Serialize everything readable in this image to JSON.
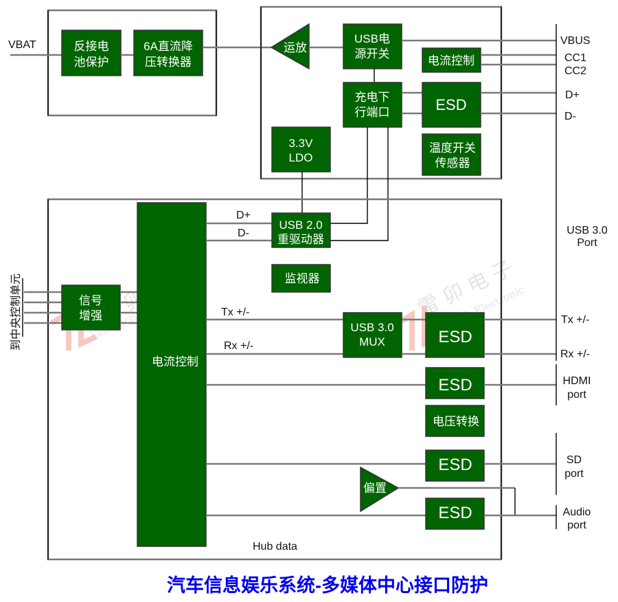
{
  "title": "汽车信息娱乐系统-多媒体中心接口防护",
  "power_section": {
    "input_label": "VBAT",
    "reverse_protection": [
      "反接电",
      "池保护"
    ],
    "buck_converter": [
      "6A直流降",
      "压转换器"
    ]
  },
  "usb_power_section": {
    "op_amp": "运放",
    "usb_power_switch": [
      "USB电",
      "源开关"
    ],
    "current_control": "电流控制",
    "charging_downstream_port": [
      "充电下",
      "行端口"
    ],
    "esd": "ESD",
    "ldo": [
      "3.3V",
      "LDO"
    ],
    "temp_switch_sensor": [
      "温度开关",
      "传感器"
    ]
  },
  "hub_section": {
    "signal_boost": [
      "信号",
      "增强"
    ],
    "current_control": "电流控制",
    "usb2_redriver": [
      "USB 2.0",
      "重驱动器"
    ],
    "monitor": "监视器",
    "usb3_mux": [
      "USB 3.0",
      "MUX"
    ],
    "esd_usb3": "ESD",
    "esd_hdmi": "ESD",
    "voltage_conversion": "电压转换",
    "esd_sd": "ESD",
    "bias": "偏置",
    "esd_audio": "ESD",
    "hub_data_label": "Hub data",
    "central_unit_label": "到中央控制单元",
    "signal_labels": {
      "d_plus": "D+",
      "d_minus": "D-",
      "tx": "Tx +/-",
      "rx": "Rx +/-"
    }
  },
  "ports": {
    "vbus": "VBUS",
    "cc1": "CC1",
    "cc2": "CC2",
    "d_plus": "D+",
    "d_minus": "D-",
    "usb3_port": [
      "USB 3.0",
      "Port"
    ],
    "tx": "Tx +/-",
    "rx": "Rx +/-",
    "hdmi_port": [
      "HDMI",
      "port"
    ],
    "sd_port": [
      "SD",
      "port"
    ],
    "audio_port": [
      "Audio",
      "port"
    ]
  },
  "watermark": {
    "cn": "雷 卯 电 子",
    "en": "Leiditech Electronic"
  },
  "colors": {
    "block_fill": "#006400",
    "title": "#0000ee",
    "wire": "#7a7a7a"
  }
}
